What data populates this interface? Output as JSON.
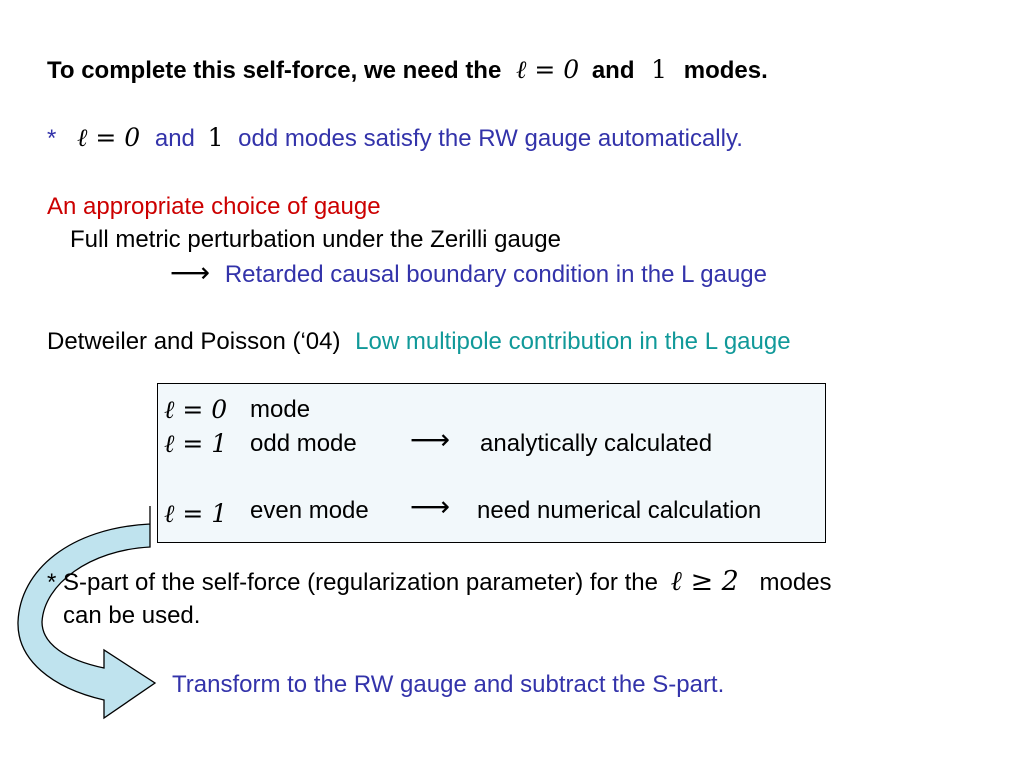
{
  "heading": {
    "prefix": "To complete this self-force, we need the",
    "math1": "ℓ = 0",
    "and": "and",
    "math2": "1",
    "suffix": "modes."
  },
  "odd_note": {
    "star": "*",
    "math1": "ℓ = 0",
    "and": "and",
    "math2": "1",
    "text": "odd modes satisfy the RW gauge automatically."
  },
  "gauge_choice": {
    "title": "An appropriate choice of gauge",
    "line1": "Full metric perturbation under the Zerilli gauge",
    "arrow": "⟶",
    "line2": "Retarded causal boundary condition in the L gauge"
  },
  "detweiler": {
    "ref": "Detweiler and Poisson (‘04)",
    "text": "Low multipole contribution in the L gauge"
  },
  "box": {
    "row1_math": "ℓ = 0",
    "row1_label": "mode",
    "row2_math": "ℓ = 1",
    "row2_label": "odd mode",
    "row2_arrow": "⟶",
    "row2_result": "analytically calculated",
    "row3_math": "ℓ = 1",
    "row3_label": "even mode",
    "row3_arrow": "⟶",
    "row3_result": "need numerical calculation"
  },
  "s_part": {
    "line1_prefix": "* S-part of the self-force (regularization parameter) for the",
    "math": "ℓ ≥ 2",
    "line1_suffix": "modes",
    "line2": "can be used."
  },
  "transform": {
    "text": "Transform to the RW gauge and subtract the S-part."
  },
  "colors": {
    "blue": "#3333aa",
    "red": "#cc0000",
    "teal": "#119999",
    "arrow_fill": "#bfe3ee"
  }
}
